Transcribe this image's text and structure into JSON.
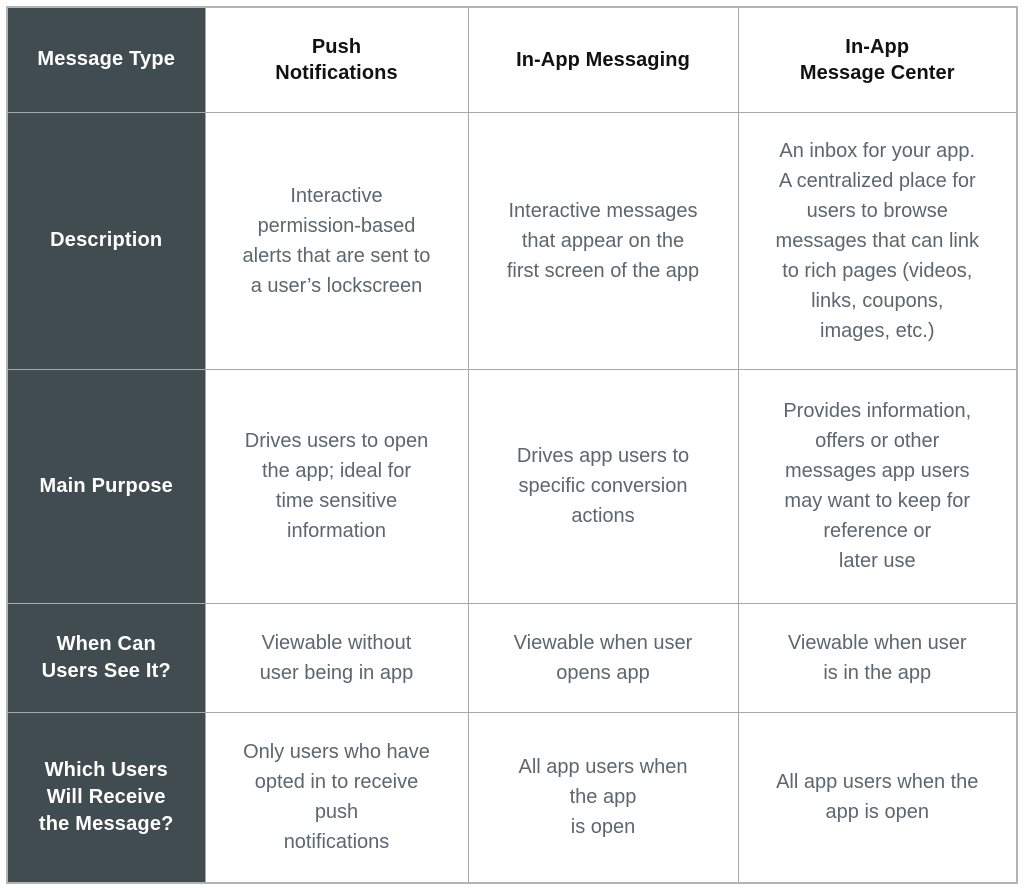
{
  "table": {
    "columns": [
      {
        "id": "message-type",
        "label": "Message Type"
      },
      {
        "id": "push-notifications",
        "label": "Push\nNotifications"
      },
      {
        "id": "in-app-messaging",
        "label": "In-App Messaging"
      },
      {
        "id": "in-app-message-center",
        "label": "In-App\nMessage Center"
      }
    ],
    "rows": [
      {
        "id": "description",
        "label": "Description",
        "cells": [
          "Interactive\npermission-based\nalerts that are sent to\na user’s lockscreen",
          "Interactive messages\nthat appear on the\nfirst screen of the app",
          "An inbox for your app.\nA centralized place for\nusers to browse\nmessages that can link\nto rich pages (videos,\nlinks, coupons,\nimages, etc.)"
        ]
      },
      {
        "id": "main-purpose",
        "label": "Main Purpose",
        "cells": [
          "Drives users to open\nthe app; ideal for\ntime sensitive\ninformation",
          "Drives app users to\nspecific conversion\nactions",
          "Provides information,\noffers or other\nmessages app users\nmay want to keep for\nreference or\nlater use"
        ]
      },
      {
        "id": "when-can-users-see-it",
        "label": "When Can\nUsers See It?",
        "cells": [
          "Viewable without\nuser being in app",
          "Viewable when user\nopens app",
          "Viewable when user\nis in the app"
        ]
      },
      {
        "id": "which-users-will-receive",
        "label": "Which Users\nWill Receive\nthe Message?",
        "cells": [
          "Only users who have\nopted in to receive\npush\nnotifications",
          "All app users when\nthe app\nis open",
          "All app users when the\napp is open"
        ]
      }
    ],
    "colors": {
      "header_background": "#414c50",
      "header_text": "#ffffff",
      "column_header_text": "#111111",
      "body_text": "#5b6770",
      "cell_background": "#ffffff",
      "grid_line": "#a8a8a8",
      "outer_border": "#b4b4b4"
    }
  }
}
